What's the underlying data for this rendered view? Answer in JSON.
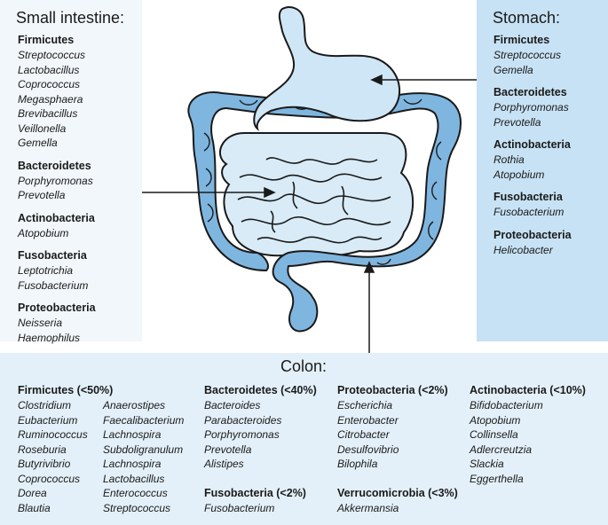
{
  "small_intestine": {
    "heading": "Small intestine:",
    "groups": [
      {
        "phylum": "Firmicutes",
        "genera": [
          "Streptococcus",
          "Lactobacillus",
          "Coprococcus",
          "Megasphaera",
          "Brevibacillus",
          "Veillonella",
          "Gemella"
        ]
      },
      {
        "phylum": "Bacteroidetes",
        "genera": [
          "Porphyromonas",
          "Prevotella"
        ]
      },
      {
        "phylum": "Actinobacteria",
        "genera": [
          "Atopobium"
        ]
      },
      {
        "phylum": "Fusobacteria",
        "genera": [
          "Leptotrichia",
          "Fusobacterium"
        ]
      },
      {
        "phylum": "Proteobacteria",
        "genera": [
          "Neisseria",
          "Haemophilus"
        ]
      }
    ]
  },
  "stomach": {
    "heading": "Stomach:",
    "groups": [
      {
        "phylum": "Firmicutes",
        "genera": [
          "Streptococcus",
          "Gemella"
        ]
      },
      {
        "phylum": "Bacteroidetes",
        "genera": [
          "Porphyromonas",
          "Prevotella"
        ]
      },
      {
        "phylum": "Actinobacteria",
        "genera": [
          "Rothia",
          "Atopobium"
        ]
      },
      {
        "phylum": "Fusobacteria",
        "genera": [
          "Fusobacterium"
        ]
      },
      {
        "phylum": "Proteobacteria",
        "genera": [
          "Helicobacter"
        ]
      }
    ]
  },
  "colon": {
    "heading": "Colon:",
    "firmicutes": {
      "phylum": "Firmicutes (<50%)",
      "genera_col1": [
        "Clostridium",
        "Eubacterium",
        "Ruminococcus",
        "Roseburia",
        "Butyrivibrio",
        "Coprococcus",
        "Dorea",
        "Blautia"
      ],
      "genera_col2": [
        "Anaerostipes",
        "Faecalibacterium",
        "Lachnospira",
        "Subdoligranulum",
        "Lachnospira",
        "Lactobacillus",
        "Enterococcus",
        "Streptococcus"
      ]
    },
    "bacteroidetes": {
      "phylum": "Bacteroidetes (<40%)",
      "genera": [
        "Bacteroides",
        "Parabacteroides",
        "Porphyromonas",
        "Prevotella",
        "Alistipes"
      ]
    },
    "fusobacteria": {
      "phylum": "Fusobacteria (<2%)",
      "genera": [
        "Fusobacterium"
      ]
    },
    "proteobacteria": {
      "phylum": "Proteobacteria (<2%)",
      "genera": [
        "Escherichia",
        "Enterobacter",
        "Citrobacter",
        "Desulfovibrio",
        "Bilophila"
      ]
    },
    "verrucomicrobia": {
      "phylum": "Verrucomicrobia (<3%)",
      "genera": [
        "Akkermansia"
      ]
    },
    "actinobacteria": {
      "phylum": "Actinobacteria (<10%)",
      "genera": [
        "Bifidobacterium",
        "Atopobium",
        "Collinsella",
        "Adlercreutzia",
        "Slackia",
        "Eggerthella"
      ]
    }
  },
  "colors": {
    "small_panel": "#f1f7fb",
    "stomach_panel": "#c7e2f4",
    "colon_panel": "#e3f0f9",
    "large_intestine": "#7fb6e0",
    "small_intestine_fill": "#d8ebf7",
    "stomach_fill": "#cfe6f6",
    "outline": "#1a1a1a"
  }
}
